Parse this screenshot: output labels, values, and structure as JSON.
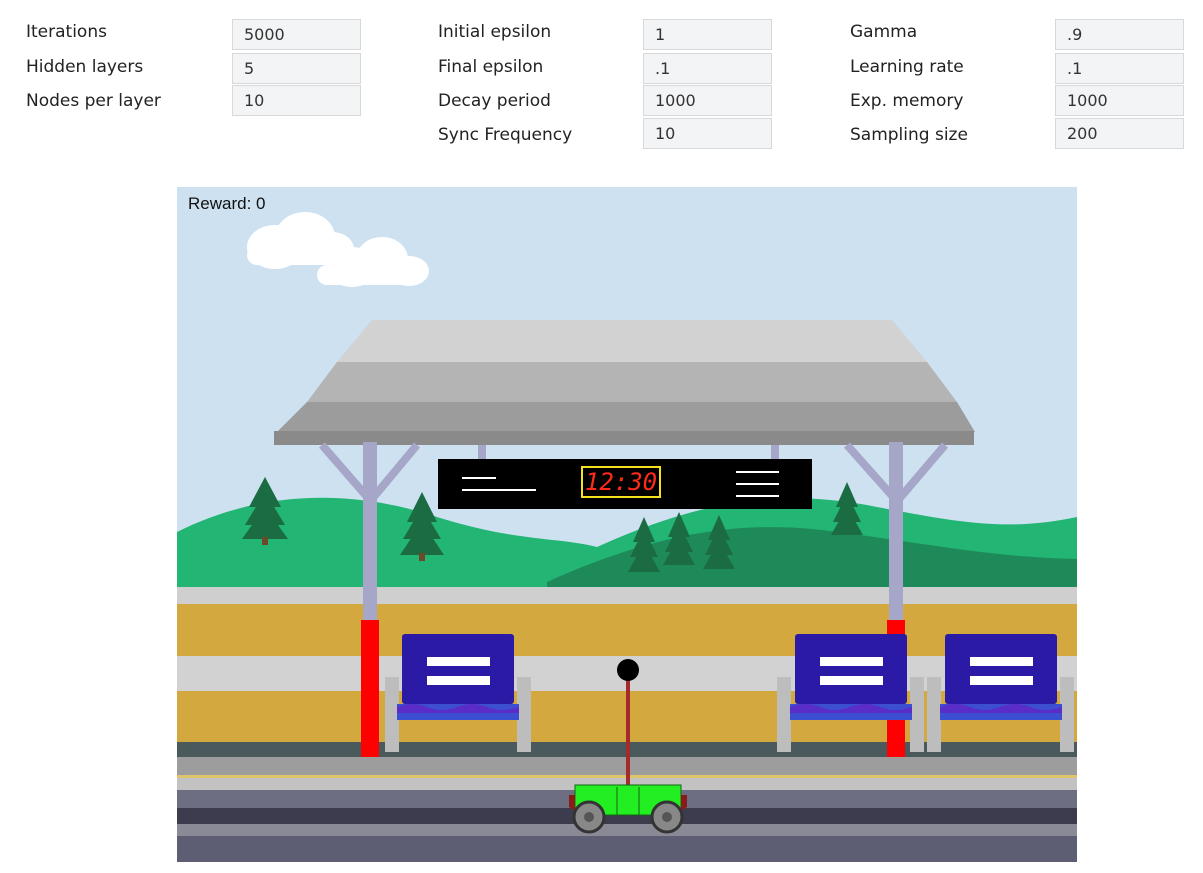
{
  "params": {
    "iterations": {
      "label": "Iterations",
      "value": "5000"
    },
    "hidden_layers": {
      "label": "Hidden layers",
      "value": "5"
    },
    "nodes_per_layer": {
      "label": "Nodes per layer",
      "value": "10"
    },
    "initial_epsilon": {
      "label": "Initial epsilon",
      "value": "1"
    },
    "final_epsilon": {
      "label": "Final epsilon",
      "value": ".1"
    },
    "decay_period": {
      "label": "Decay period",
      "value": "1000"
    },
    "sync_frequency": {
      "label": "Sync Frequency",
      "value": "10"
    },
    "gamma": {
      "label": "Gamma",
      "value": ".9"
    },
    "learning_rate": {
      "label": "Learning rate",
      "value": ".1"
    },
    "exp_memory": {
      "label": "Exp. memory",
      "value": "1000"
    },
    "sampling_size": {
      "label": "Sampling size",
      "value": "200"
    }
  },
  "scene": {
    "reward_label": "Reward:",
    "reward_value": "0",
    "clock_text": "12:30",
    "colors": {
      "sky": "#cde1f1",
      "hills_light": "#22b573",
      "hills_dark": "#1e8a59",
      "platform_sand": "#d3a83f",
      "bench": "#2a1aa6",
      "cart": "#22ee22",
      "pillar": "#ff0000",
      "clock_digits": "#ff2a1a"
    }
  }
}
